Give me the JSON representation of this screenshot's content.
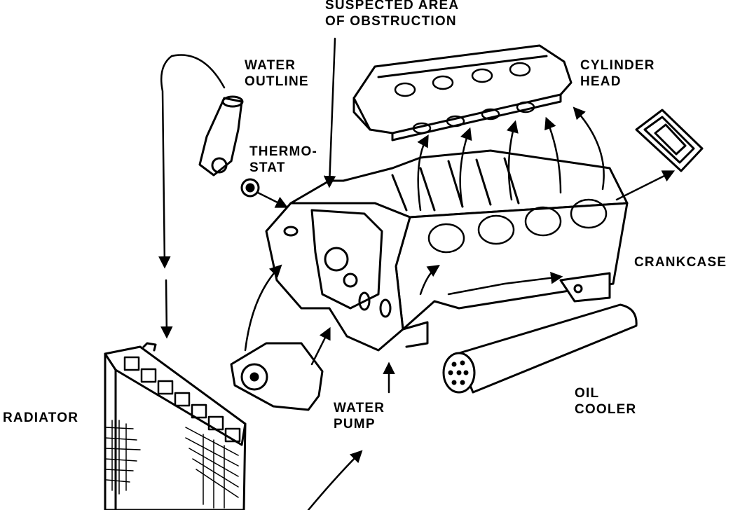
{
  "labels": {
    "suspected_area": [
      "SUSPECTED AREA",
      "OF OBSTRUCTION"
    ],
    "water_outline": [
      "WATER",
      "OUTLINE"
    ],
    "cylinder_head": [
      "CYLINDER",
      "HEAD"
    ],
    "thermostat": [
      "THERMO-",
      "STAT"
    ],
    "crankcase": [
      "CRANKCASE"
    ],
    "radiator": [
      "RADIATOR"
    ],
    "water_pump": [
      "WATER",
      "PUMP"
    ],
    "oil_cooler": [
      "OIL",
      "COOLER"
    ]
  },
  "colors": {
    "ink": "#000000",
    "paper": "#ffffff"
  }
}
